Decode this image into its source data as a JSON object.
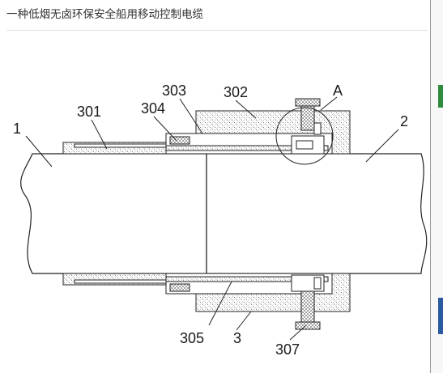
{
  "page": {
    "title": "一种低烟无卤环保安全船用移动控制电缆"
  },
  "figure": {
    "labels": {
      "cable_left": "1",
      "cable_right": "2",
      "connector": "3",
      "sleeve": "301",
      "clamp": "302",
      "inner_sleeve": "303",
      "seal_ring": "304",
      "gap": "305",
      "bolt": "307",
      "detail": "A"
    }
  }
}
